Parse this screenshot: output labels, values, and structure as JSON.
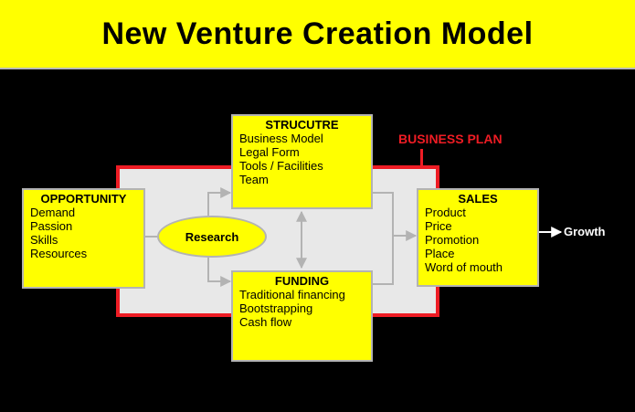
{
  "title": "New Venture Creation Model",
  "business_plan_label": "BUSINESS PLAN",
  "opportunity": {
    "heading": "OPPORTUNITY",
    "items": [
      "Demand",
      "Passion",
      "Skills",
      "Resources"
    ]
  },
  "structure": {
    "heading": "STRUCUTRE",
    "items": [
      "Business Model",
      "Legal Form",
      "Tools / Facilities",
      "Team"
    ]
  },
  "research": "Research",
  "funding": {
    "heading": "FUNDING",
    "items": [
      "Traditional financing",
      "Bootstrapping",
      "Cash flow"
    ]
  },
  "sales": {
    "heading": "SALES",
    "items": [
      "Product",
      "Price",
      "Promotion",
      "Place",
      "Word of mouth"
    ]
  },
  "growth": "Growth",
  "colors": {
    "title_bar": "#ffff00",
    "box_fill": "#ffff00",
    "plan_border": "#ee1c24",
    "background": "#000000"
  }
}
